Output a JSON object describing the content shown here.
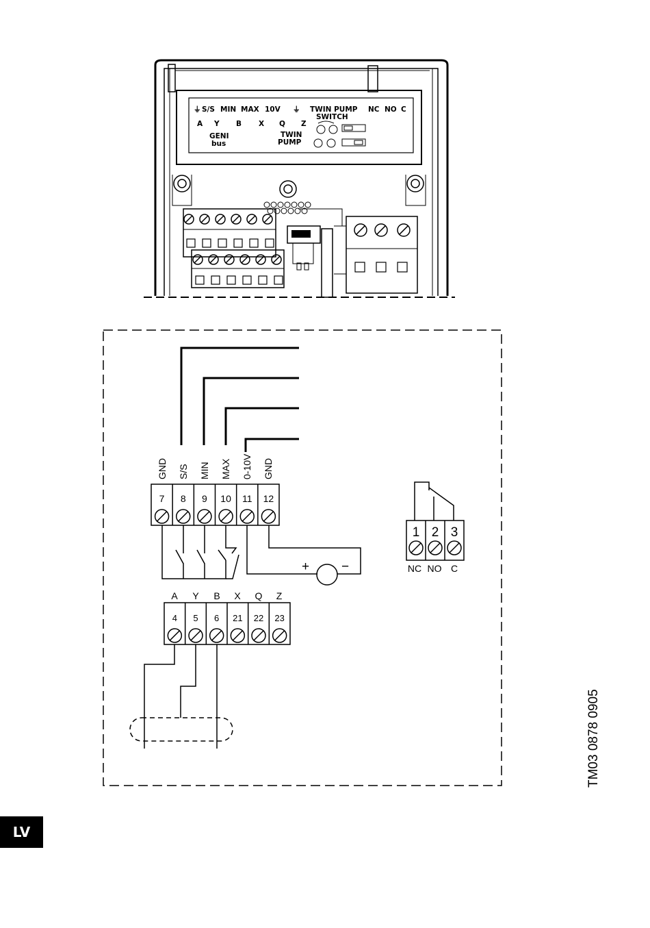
{
  "device_panel": {
    "row1": [
      "S/S",
      "MIN",
      "MAX",
      "10V",
      "TWIN PUMP",
      "NC",
      "NO",
      "C"
    ],
    "row2": [
      "A",
      "Y",
      "B",
      "X",
      "Q",
      "Z"
    ],
    "switch_label": "SWITCH",
    "geni_label": [
      "GENI",
      "bus"
    ],
    "twin_label": [
      "TWIN",
      "PUMP"
    ],
    "ground_symbol": "⏚"
  },
  "schematic": {
    "top_terminals": {
      "numbers": [
        "7",
        "8",
        "9",
        "10",
        "11",
        "12"
      ],
      "labels": [
        "GND",
        "S/S",
        "MIN",
        "MAX",
        "0-10V",
        "GND"
      ]
    },
    "bus_terminals": {
      "numbers": [
        "4",
        "5",
        "6",
        "21",
        "22",
        "23"
      ],
      "labels": [
        "A",
        "Y",
        "B",
        "X",
        "Q",
        "Z"
      ]
    },
    "relay_terminals": {
      "numbers": [
        "1",
        "2",
        "3"
      ],
      "labels": [
        "NC",
        "NO",
        "C"
      ]
    },
    "source_plus": "+",
    "source_minus": "−"
  },
  "doc_ref": "TM03 0878 0905",
  "language_badge": "LV"
}
